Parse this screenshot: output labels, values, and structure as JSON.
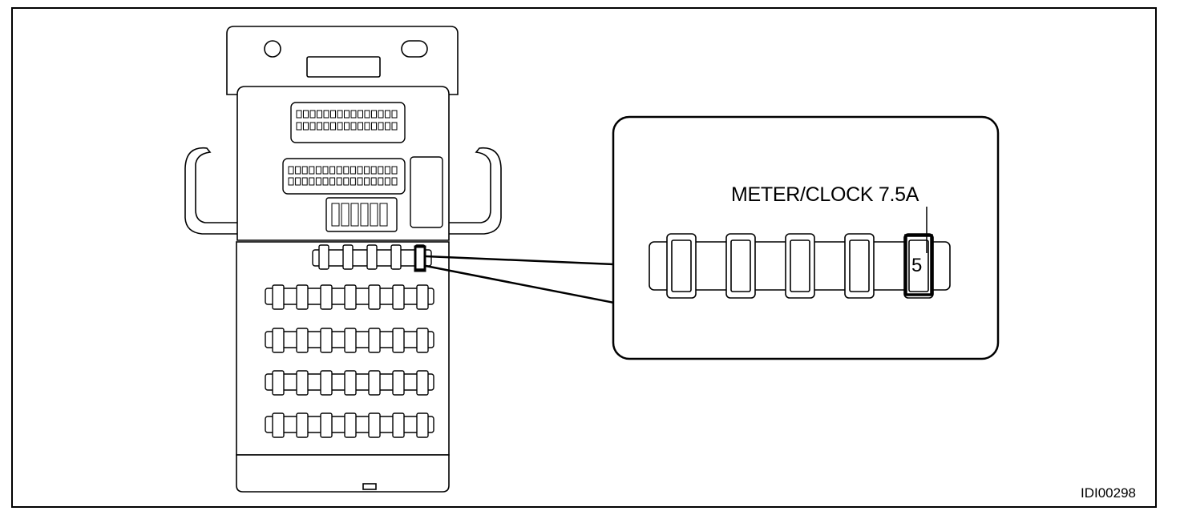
{
  "callout": {
    "fuse_label": "METER/CLOCK  7.5A",
    "fuse_number": "5"
  },
  "figure_id": "IDI00298",
  "colors": {
    "line": "#000000",
    "fill": "#ffffff"
  }
}
